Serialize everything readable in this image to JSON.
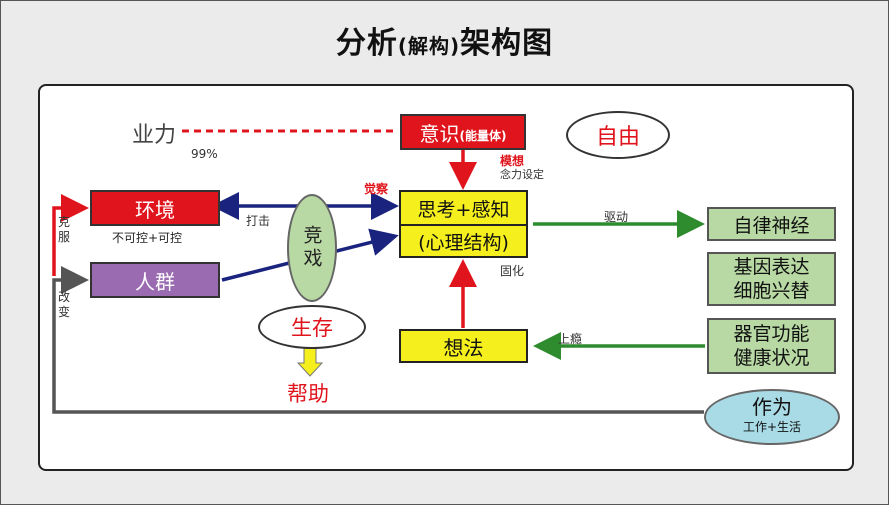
{
  "title": {
    "main_a": "分析",
    "sub": "(解构)",
    "main_b": "架构图"
  },
  "yili": {
    "label": "业力",
    "pct": "99%"
  },
  "yishi": {
    "main": "意识",
    "sub": "(能量体)"
  },
  "ziyou": "自由",
  "moxiang": {
    "line1": "模想",
    "line2": "念力设定"
  },
  "juecha": "觉察",
  "huanjing": {
    "label": "环境",
    "sub": "不可控+可控"
  },
  "renqun": "人群",
  "dazhi": "打击",
  "jingxi": "竞戏",
  "sikao": {
    "line1": "思考+感知",
    "line2": "(心理结构)"
  },
  "guhua": "固化",
  "qudong": "驱动",
  "zilv": "自律神经",
  "jiyin": {
    "line1": "基因表达",
    "line2": "细胞兴替"
  },
  "qiguan": {
    "line1": "器官功能",
    "line2": "健康状况"
  },
  "shangyin": "上瘾",
  "xiangfa": "想法",
  "shengcun": "生存",
  "bangzhu": "帮助",
  "kefu": {
    "line1": "克",
    "line2": "服"
  },
  "gaibian": {
    "line1": "改",
    "line2": "变"
  },
  "zuowei": {
    "main": "作为",
    "sub": "工作+生活"
  },
  "colors": {
    "red": "#e0141c",
    "blue": "#1a237e",
    "green": "#2e8b2e",
    "gray": "#555555",
    "yellow": "#f5ef1e",
    "purple": "#9a6bb0",
    "lightgreen": "#b8d9a4",
    "lightblue": "#a9dbe6"
  }
}
